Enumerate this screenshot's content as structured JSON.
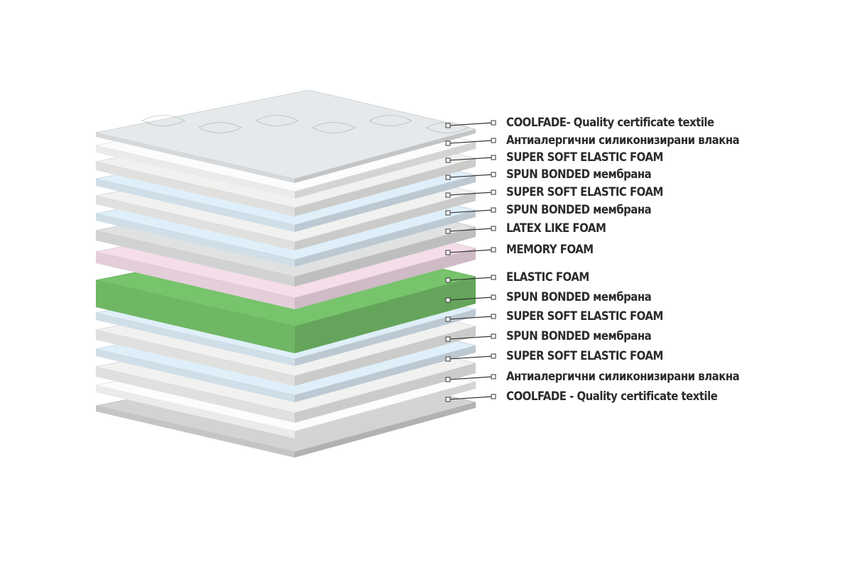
{
  "layers": [
    {
      "label": "COOLFADE- Quality certificate textile",
      "color": "#e1e4e6"
    },
    {
      "label": "Антиалергични силиконизирани влакна",
      "color": "#f7f7f7"
    },
    {
      "label": "SUPER SOFT ELASTIC FOAM",
      "color": "#ececea"
    },
    {
      "label": "SPUN BONDED мембрана",
      "color": "#dbeaf4"
    },
    {
      "label": "SUPER SOFT ELASTIC FOAM",
      "color": "#ececea"
    },
    {
      "label": "SPUN BONDED мембрана",
      "color": "#dbeaf4"
    },
    {
      "label": "LATEX LIKE FOAM",
      "color": "#dcdedd"
    },
    {
      "label": "MEMORY FOAM",
      "color": "#f0d9e5"
    },
    {
      "label": "ELASTIC FOAM",
      "color": "#75c06a"
    },
    {
      "label": "SPUN BONDED мембрана",
      "color": "#dbeaf4"
    },
    {
      "label": "SUPER SOFT ELASTIC FOAM",
      "color": "#ececea"
    },
    {
      "label": "SPUN BONDED мембрана",
      "color": "#dbeaf4"
    },
    {
      "label": "SUPER SOFT ELASTIC FOAM",
      "color": "#ececea"
    },
    {
      "label": "Антиалергични силиконизирани влакна",
      "color": "#f7f7f7"
    },
    {
      "label": "COOLFADE - Quality certificate textile",
      "color": "#cfcfcf"
    }
  ],
  "colors": {
    "text": "#2b2b2b",
    "leader": "#333333",
    "elastic_foam": "#75c06a",
    "memory_foam": "#f0d9e5",
    "membrane": "#dbeaf4"
  }
}
